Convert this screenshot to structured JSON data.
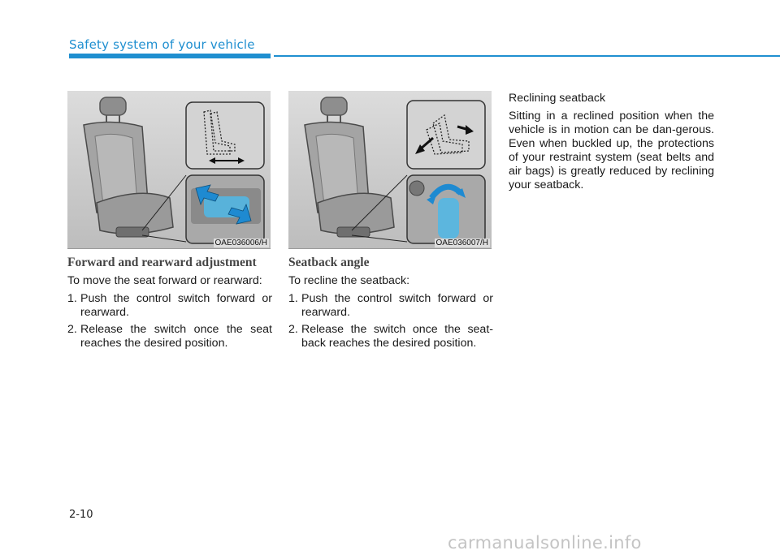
{
  "header": {
    "section_title": "Safety system of your vehicle"
  },
  "figures": [
    {
      "code": "OAE036006/H"
    },
    {
      "code": "OAE036007/H"
    }
  ],
  "column1": {
    "heading": "Forward and rearward adjustment",
    "intro": "To move the seat forward or rearward:",
    "steps": [
      {
        "num": "1.",
        "text": "Push the control switch forward or rearward."
      },
      {
        "num": "2.",
        "text": "Release the switch once the seat reaches the desired position."
      }
    ]
  },
  "column2": {
    "heading": "Seatback angle",
    "intro": "To recline the seatback:",
    "steps": [
      {
        "num": "1.",
        "text": "Push the control switch forward or rearward."
      },
      {
        "num": "2.",
        "text": "Release the switch once the seat-back reaches the desired position."
      }
    ]
  },
  "column3": {
    "heading": "Reclining seatback",
    "body": "Sitting in a reclined position when the vehicle is in motion can be dan-gerous. Even when buckled up, the protections of your restraint system (seat belts and air bags) is greatly reduced by reclining your seatback."
  },
  "footer": {
    "page_number": "2-10",
    "watermark": "carmanualsonline.info"
  },
  "colors": {
    "accent": "#1f8fd0",
    "highlight": "#4fb8e8"
  }
}
